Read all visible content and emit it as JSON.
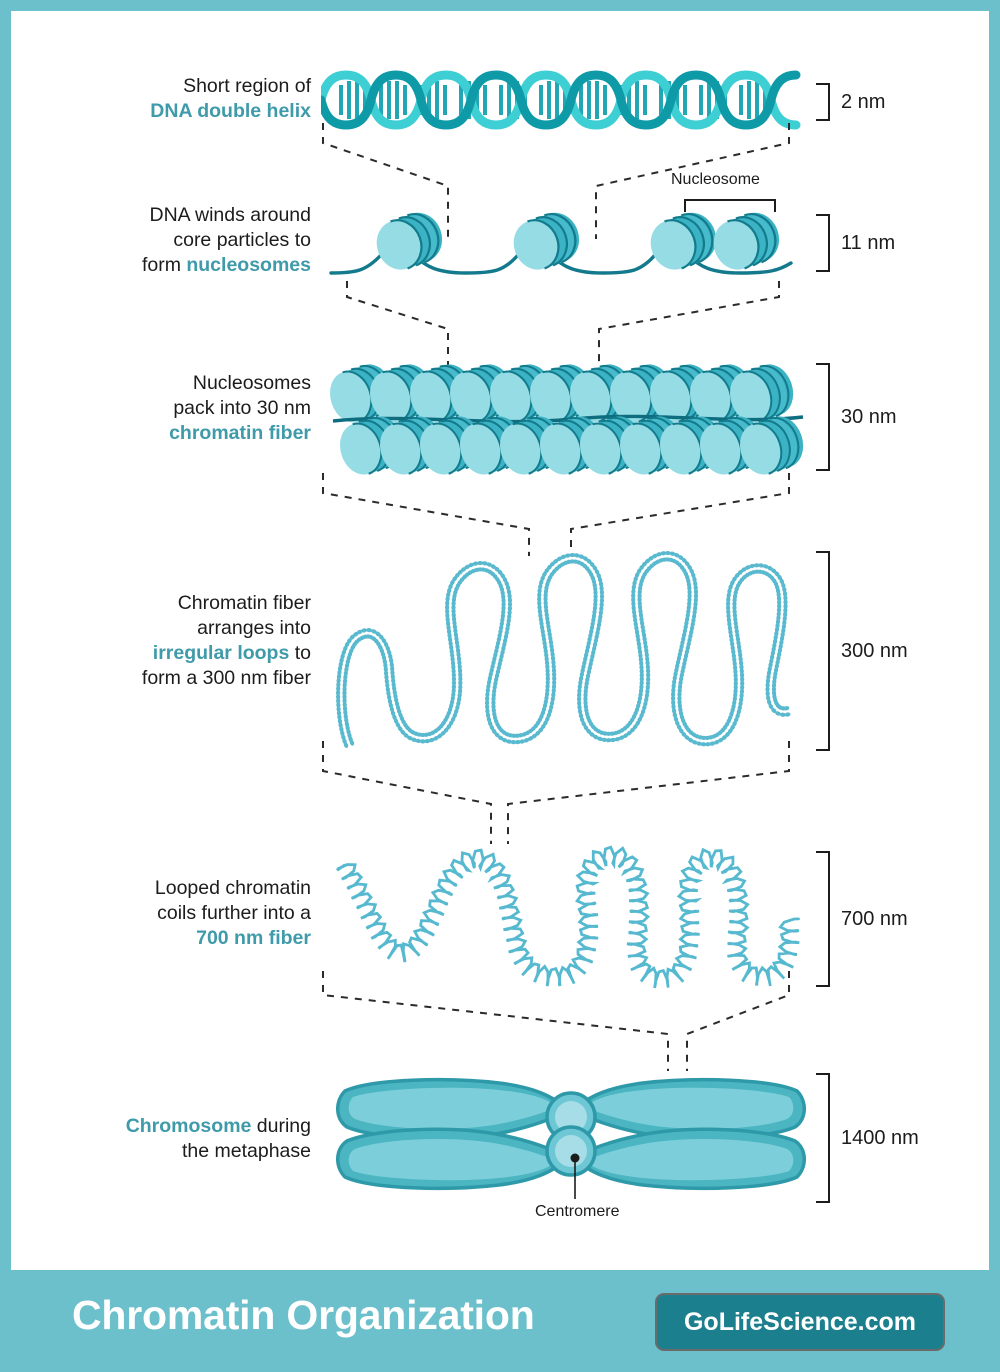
{
  "page": {
    "border_color": "#6bc0cb",
    "background": "#ffffff",
    "accent_color": "#3f9aaa",
    "teal_light": "#7fd0dc",
    "teal_mid": "#4fb3c4",
    "teal_dark": "#1b7f8e",
    "dot_color": "#59b9cf"
  },
  "footer": {
    "title": "Chromatin Organization",
    "badge": "GoLifeScience.com",
    "bg": "#6bc0cb",
    "badge_bg": "#1b7f8e"
  },
  "levels": [
    {
      "id": "dna-double-helix",
      "label_plain_1": "Short region of",
      "label_bold": "DNA double helix",
      "scale": "2 nm"
    },
    {
      "id": "nucleosomes",
      "label_plain_1": "DNA winds around",
      "label_plain_2": "core particles to",
      "label_plain_3": "form ",
      "label_bold": "nucleosomes",
      "scale": "11 nm",
      "callout": "Nucleosome"
    },
    {
      "id": "chromatin-fiber-30nm",
      "label_plain_1": "Nucleosomes",
      "label_plain_2": "pack into 30 nm",
      "label_bold": "chromatin fiber",
      "scale": "30 nm"
    },
    {
      "id": "irregular-loops-300nm",
      "label_plain_1": "Chromatin fiber",
      "label_plain_2": "arranges into",
      "label_bold": "irregular loops",
      "label_plain_3": " to",
      "label_plain_4": "form a 300 nm fiber",
      "scale": "300 nm"
    },
    {
      "id": "coiled-fiber-700nm",
      "label_plain_1": "Looped chromatin",
      "label_plain_2": "coils further into a",
      "label_bold": "700 nm fiber",
      "scale": "700 nm"
    },
    {
      "id": "metaphase-chromosome",
      "label_bold": "Chromosome",
      "label_plain_1": " during",
      "label_plain_2": "the metaphase",
      "scale": "1400 nm",
      "callout": "Centromere"
    }
  ]
}
